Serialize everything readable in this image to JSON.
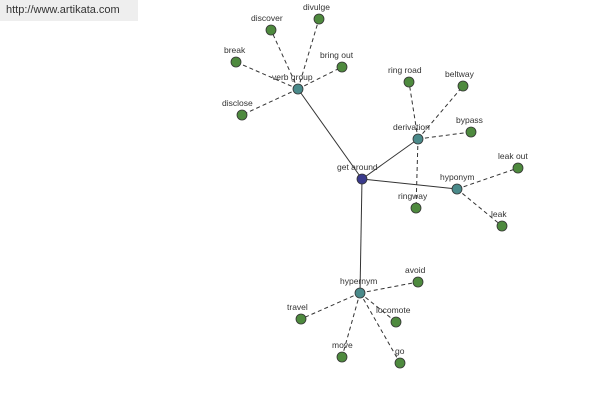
{
  "source_url": "http://www.artikata.com",
  "colors": {
    "center": "#3a3a8c",
    "relation": "#4a8a8a",
    "term": "#4e8a3e",
    "edge": "#333333"
  },
  "graph": {
    "center": {
      "id": "get-around",
      "label": "get around"
    },
    "relations": [
      {
        "id": "verb-group",
        "label": "verb group"
      },
      {
        "id": "derivation",
        "label": "derivation"
      },
      {
        "id": "hyponym",
        "label": "hyponym"
      },
      {
        "id": "hypernym",
        "label": "hypernym"
      }
    ],
    "terms": [
      {
        "id": "discover",
        "label": "discover",
        "relation": "verb-group"
      },
      {
        "id": "divulge",
        "label": "divulge",
        "relation": "verb-group"
      },
      {
        "id": "break",
        "label": "break",
        "relation": "verb-group"
      },
      {
        "id": "bring-out",
        "label": "bring out",
        "relation": "verb-group"
      },
      {
        "id": "disclose",
        "label": "disclose",
        "relation": "verb-group"
      },
      {
        "id": "ring-road",
        "label": "ring road",
        "relation": "derivation"
      },
      {
        "id": "beltway",
        "label": "beltway",
        "relation": "derivation"
      },
      {
        "id": "bypass",
        "label": "bypass",
        "relation": "derivation"
      },
      {
        "id": "ringway",
        "label": "ringway",
        "relation": "derivation"
      },
      {
        "id": "leak-out",
        "label": "leak out",
        "relation": "hyponym"
      },
      {
        "id": "leak",
        "label": "leak",
        "relation": "hyponym"
      },
      {
        "id": "avoid",
        "label": "avoid",
        "relation": "hypernym"
      },
      {
        "id": "travel",
        "label": "travel",
        "relation": "hypernym"
      },
      {
        "id": "locomote",
        "label": "locomote",
        "relation": "hypernym"
      },
      {
        "id": "move",
        "label": "move",
        "relation": "hypernym"
      },
      {
        "id": "go",
        "label": "go",
        "relation": "hypernym"
      }
    ]
  }
}
